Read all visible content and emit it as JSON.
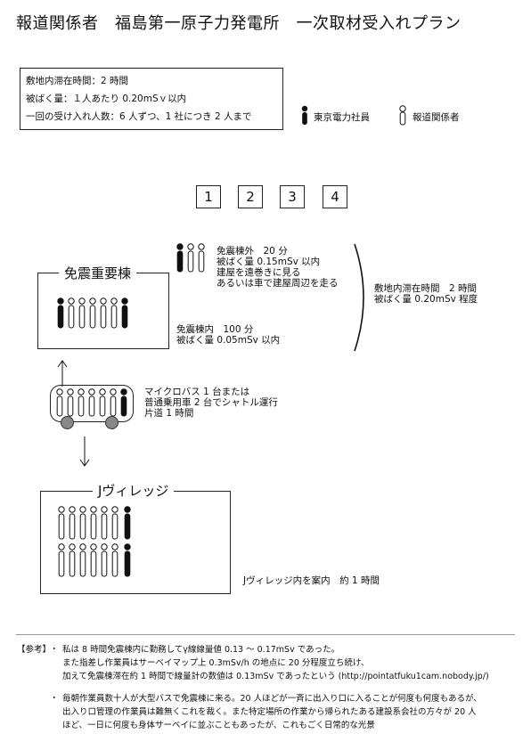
{
  "title": "報道関係者　福島第一原子力発電所　一次取材受入れプラン",
  "info": {
    "line1": "敷地内滞在時間：2 時間",
    "line2": "被ばく量：１人あたり 0.20mSｖ以内",
    "line3": "一回の受け入れ人数：6 人ずつ、1 社につき 2 人まで"
  },
  "legend": {
    "staff": "東京電力社員",
    "press": "報道関係者"
  },
  "steps": [
    "1",
    "2",
    "3",
    "4"
  ],
  "seismic_building": {
    "title": "免震重要棟",
    "outside_text": [
      "免震棟外　20 分",
      "被ばく量 0.15mSv 以内",
      "建屋を遠巻きに見る",
      "あるいは車で建屋周辺を走る"
    ],
    "inside_text": [
      "免震棟内　100 分",
      "被ばく量 0.05mSv 以内"
    ],
    "total_text": [
      "敷地内滞在時間　2 時間",
      "被ばく量 0.20mSv 程度"
    ]
  },
  "bus": {
    "text": [
      "マイクロバス 1 台または",
      "普通乗用車 2 台でシャトル運行",
      "片道 1 時間"
    ]
  },
  "jvillage": {
    "title": "Jヴィレッジ",
    "text": "Jヴィレッジ内を案内　約 1 時間"
  },
  "reference": {
    "label": "【参考】",
    "bullet": "・",
    "para1": [
      "私は 8 時間免震棟内に勤務してγ線線量値 0.13 ～ 0.17mSv であった。",
      "また指差し作業員はサーベイマップ上 0.3mSv/h の地点に 20 分程度立ち続け、",
      "加えて免震棟滞在約 1 時間で線量計の数値は 0.13mSv であったという (http://pointatfuku1cam.nobody.jp/)"
    ],
    "para2": [
      "毎朝作業員数十人が大型バスで免震棟に来る。20 人ほどが一斉に出入り口に入ることが何度も何度もあるが、",
      "出入り口管理の作業員は難無くこれを裁く。また特定場所の作業から帰られたある建設系会社の方々が 20 人",
      "ほど、一日に何度も身体サーベイに並ぶこともあったが、これもごく日常的な光景"
    ]
  },
  "colors": {
    "staff": "#111111",
    "press": "#ffffff",
    "wheel": "#888888"
  }
}
